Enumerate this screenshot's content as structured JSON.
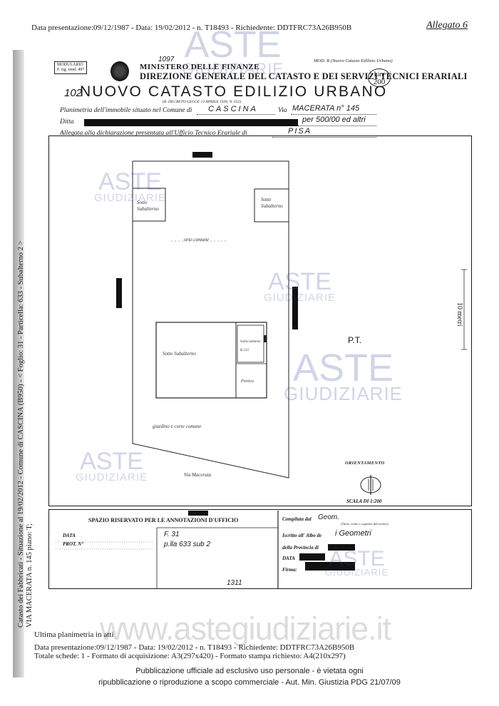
{
  "header": {
    "presentation_line": "Data presentazione:09/12/1987 - Data: 19/02/2012 - n. T18493 - Richiedente: DDTFRC73A26B950B",
    "allegato": "Allegato 6"
  },
  "side_text": {
    "line1": "Catasto dei Fabbricati - Situazione al 19/02/2012 - Comune di CASCINA (B950) - < Foglio: 31 - Particella: 633 - Subalterno 2 >",
    "line2": "VIA MACERATA n. 145 piano: T;"
  },
  "form": {
    "modulario_l1": "MODULARIO",
    "modulario_l2": "F. rig. rend. 497",
    "handwritten_code": "1097",
    "ministero": "MINISTERO DELLE FINANZE",
    "direzione": "DIREZIONE GENERALE DEL CATASTO E DEI SERVIZI TECNICI ERARIALI",
    "mod_b": "MOD. B (Nuovo Catasto Edilizio Urbano)",
    "lire_l1": "Lire",
    "lire_l2": "200",
    "nceu_number": "102",
    "nceu_title": "NUOVO CATASTO EDILIZIO URBANO",
    "decreto": "(R. DECRETO-LEGGE 13 APRILE 1939, N. 652)",
    "planimetria_label": "Planimetria dell'immobile situato nel Comune di",
    "comune": "CASCINA",
    "via_label": "Via",
    "via_value": "MACERATA n° 145",
    "ditta_label": "Ditta",
    "ditta_value": "per 500/00 ed altri",
    "allegata_label": "Allegata alla dichiarazione presentata all'Ufficio Tecnico Erariale di",
    "ufficio": "PISA"
  },
  "plan": {
    "room_tl": [
      "Sotto",
      "Subalterno"
    ],
    "room_tr": [
      "Sotto",
      "Subalterno"
    ],
    "orto_comune": "orto comune",
    "main_room": "Sotto Subalterno",
    "bathroom_l1": "Sottocammino",
    "bathroom_l2": "K.215",
    "portico": "Portico",
    "giardino": "giardino e corte comune",
    "via_label": "Via Macerata",
    "floor": "P.T.",
    "orientamento": "ORIENTAMENTO",
    "scala": "SCALA DI 1:200",
    "meter_label": "10 metri"
  },
  "office": {
    "title": "SPAZIO RISERVATO PER LE ANNOTAZIONI D'UFFICIO",
    "data_label": "DATA",
    "prot_label": "PROT. N°",
    "foglio": "F. 31",
    "particella": "p.lla 633 sub 2",
    "number": "1311",
    "compilata_label": "Compilata dal",
    "compilata_value": "Geom.",
    "compilata_note": "(Titolo, nome e cognome del tecnico)",
    "iscritto_label": "Iscritto all' Albo de",
    "iscritto_value": "i Geometri",
    "provincia_label": "della Provincia di",
    "data2_label": "DATA",
    "firma_label": "Firma:"
  },
  "footer": {
    "ultima": "Ultima planimetria in atti",
    "line1": "Data presentazione:09/12/1987 - Data: 19/02/2012 - n. T18493 - Richiedente: DDTFRC73A26B950B",
    "line2": "Totale schede: 1 - Formato di acquisizione: A3(297x420) - Formato stampa richiesto: A4(210x297)",
    "legal1": "Pubblicazione ufficiale ad esclusivo uso personale - è vietata ogni",
    "legal2": "ripubblicazione o riproduzione a scopo commerciale - Aut. Min. Giustizia PDG 21/07/09"
  },
  "watermark": {
    "aste": "ASTE",
    "giudiziarie": "GIUDIZIARIE",
    "site": "www.astegiudiziarie.it"
  }
}
